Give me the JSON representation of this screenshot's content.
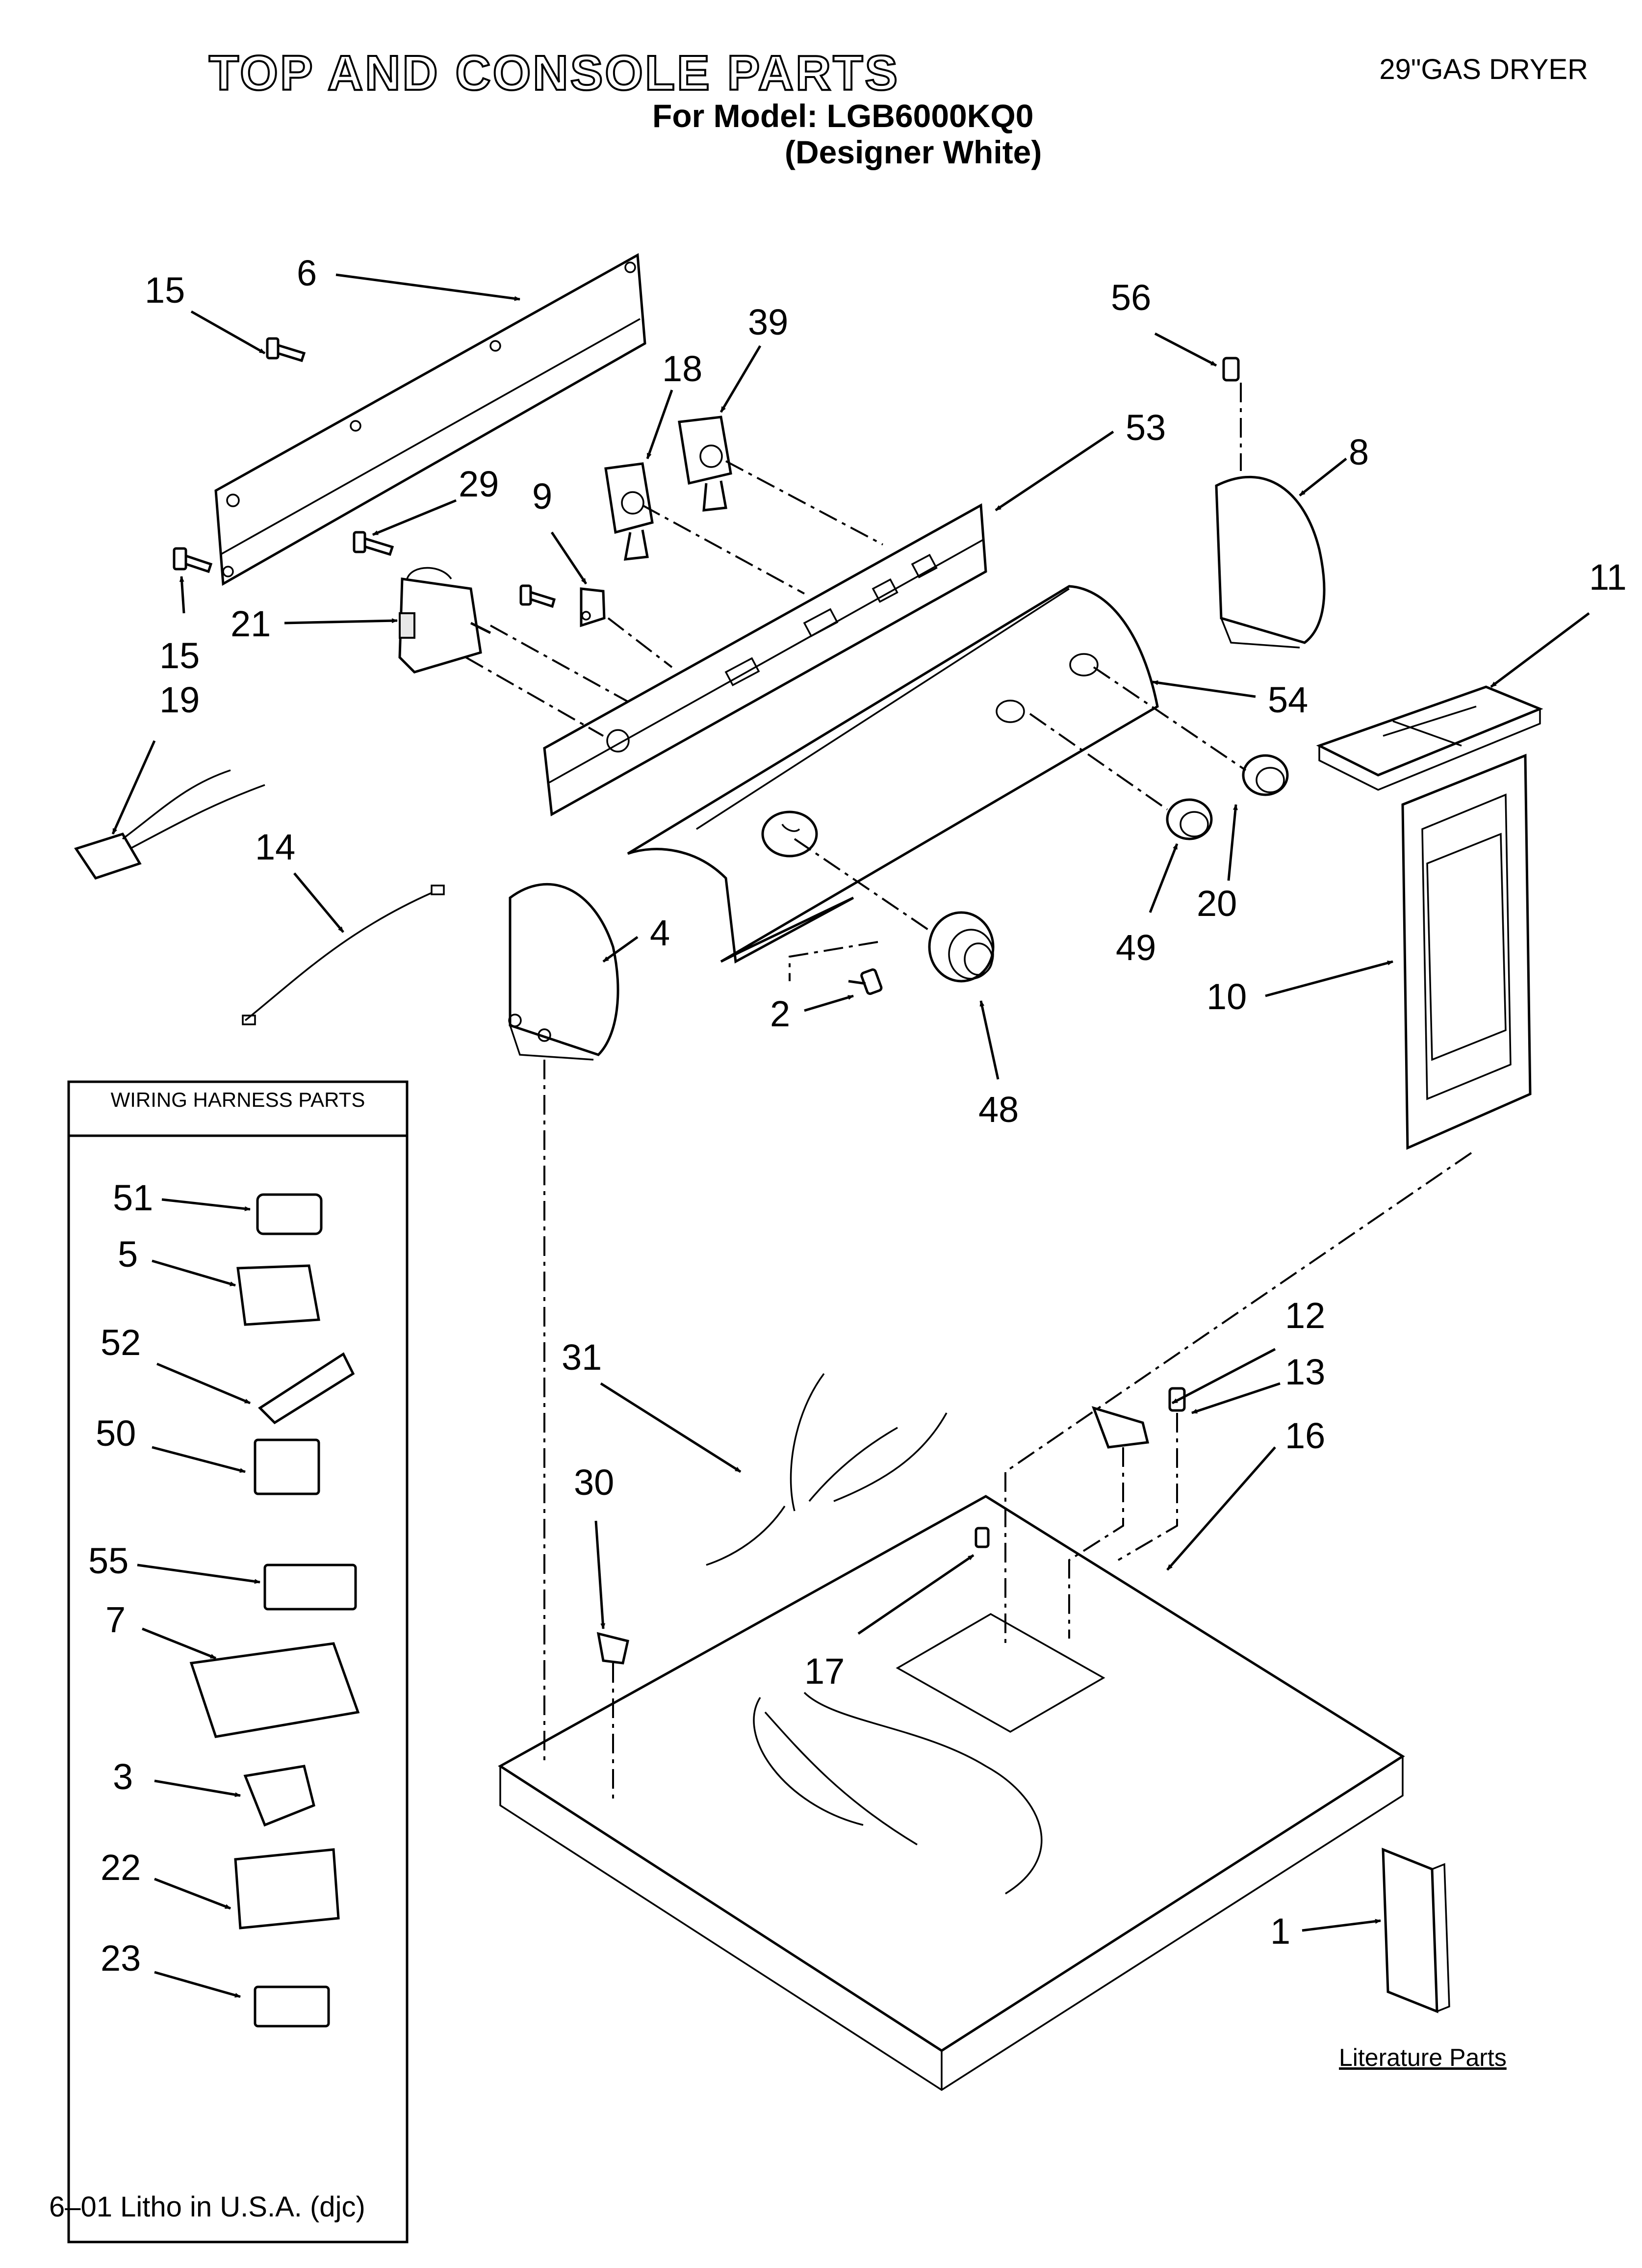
{
  "header": {
    "title": "TOP AND CONSOLE PARTS",
    "model_line": "For Model: LGB6000KQ0",
    "variant": "(Designer White)",
    "dryer_type": "29\"GAS DRYER"
  },
  "harness_box": {
    "title": "WIRING HARNESS PARTS"
  },
  "literature_label": "Literature Parts",
  "footer": "6–01 Litho in U.S.A. (djc)",
  "callouts": {
    "c15a": "15",
    "c6": "6",
    "c18": "18",
    "c39": "39",
    "c56": "56",
    "c53": "53",
    "c8": "8",
    "c29": "29",
    "c9": "9",
    "c15b": "15",
    "c21": "21",
    "c19": "19",
    "c11": "11",
    "c54": "54",
    "c14": "14",
    "c4": "4",
    "c20": "20",
    "c49": "49",
    "c10": "10",
    "c2": "2",
    "c48": "48",
    "c51": "51",
    "c5": "5",
    "c52": "52",
    "c50": "50",
    "c55": "55",
    "c7": "7",
    "c3": "3",
    "c22": "22",
    "c23": "23",
    "c31": "31",
    "c30": "30",
    "c12": "12",
    "c13": "13",
    "c16": "16",
    "c17": "17",
    "c1": "1"
  }
}
